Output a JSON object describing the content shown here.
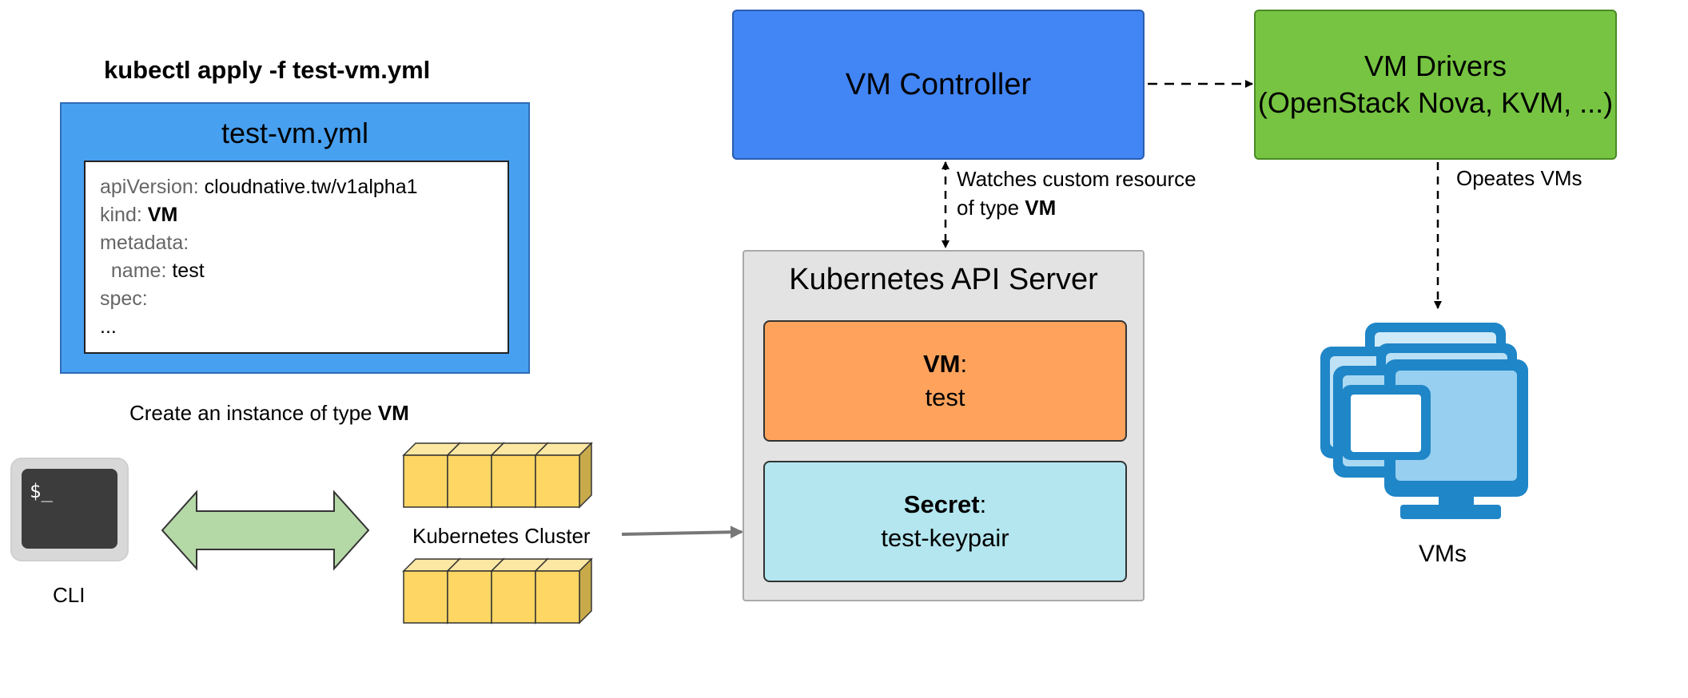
{
  "command": {
    "prefix": "kubectl apply -f test-vm.yml"
  },
  "yml": {
    "title": "test-vm.yml",
    "lines": [
      {
        "key": "apiVersion:",
        "value": "cloudnative.tw/v1alpha1"
      },
      {
        "key": "kind:",
        "value": "VM"
      },
      {
        "key": "metadata:",
        "value": ""
      },
      {
        "key": "name:",
        "value": "test"
      },
      {
        "key": "spec:",
        "value": ""
      },
      {
        "key": "...",
        "value": ""
      }
    ]
  },
  "create_caption": {
    "text": "Create an instance of type ",
    "bold": "VM"
  },
  "cli": {
    "prompt": "$_",
    "label": "CLI"
  },
  "cluster": {
    "label": "Kubernetes Cluster"
  },
  "vm_controller": {
    "label": "VM Controller"
  },
  "vm_drivers": {
    "line1": "VM Drivers",
    "line2": "(OpenStack Nova, KVM, ...)"
  },
  "watch_caption": {
    "line1": "Watches custom resource",
    "line2_prefix": "of type ",
    "line2_bold": "VM"
  },
  "opeates_caption": "Opeates VMs",
  "api_server": {
    "title": "Kubernetes API Server",
    "vm_resource": {
      "kind": "VM",
      "colon": ":",
      "name": "test"
    },
    "secret_resource": {
      "kind": "Secret",
      "colon": ":",
      "name": "test-keypair"
    }
  },
  "vms_label": "VMs",
  "colors": {
    "yml_blue": "#48a0f0",
    "controller_blue": "#4285f4",
    "drivers_green": "#76c442",
    "vm_orange": "#ffa35c",
    "secret_cyan": "#b3e6ef",
    "api_gray": "#e3e3e3",
    "cube_yellow": "#fdd663",
    "arrow_green": "#b5d8a7",
    "monitor_blue": "#1f86c8"
  },
  "icons": [
    "terminal-icon",
    "double-arrow-icon",
    "cube-icon",
    "monitor-stack-icon"
  ]
}
